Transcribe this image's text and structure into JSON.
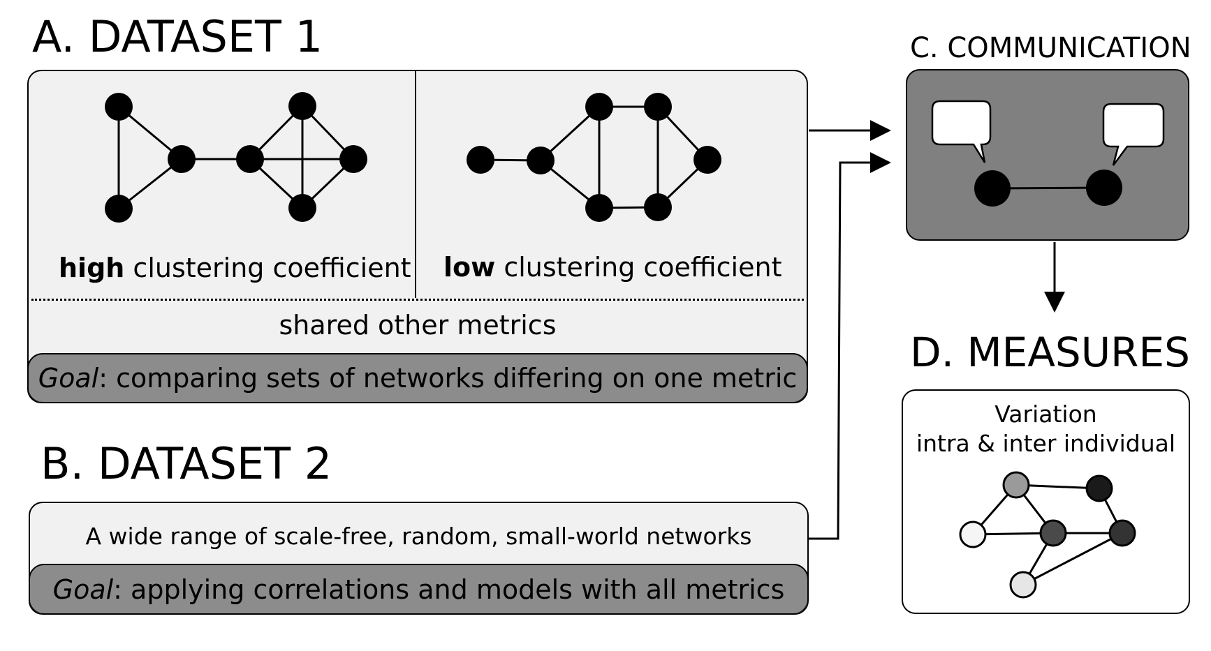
{
  "panel_a": {
    "title": "A. DATASET 1",
    "left_label_bold": "high",
    "left_label_rest": " clustering coefficient",
    "right_label_bold": "low",
    "right_label_rest": " clustering coefficient",
    "shared": "shared other metrics",
    "goal_word": "Goal",
    "goal_rest": ": comparing sets of networks differing on one metric"
  },
  "panel_b": {
    "title": "B. DATASET 2",
    "description": "A wide range of scale-free, random, small-world networks",
    "goal_word": "Goal",
    "goal_rest": ": applying correlations and models with all metrics"
  },
  "panel_c": {
    "title": "C. COMMUNICATION"
  },
  "panel_d": {
    "title": "D. MEASURES",
    "line1": "Variation",
    "line2": "intra & inter individual"
  },
  "colors": {
    "panel_fill": "#f1f1f1",
    "goal_fill": "#8c8c8c",
    "communication_fill": "#808080",
    "node_black": "#000000",
    "node_gray_light": "#9a9a9a",
    "node_dark": "#1a1a1a",
    "node_mid": "#4a4a4a",
    "node_white": "#f5f5f5",
    "node_very_light": "#e6e6e6"
  }
}
